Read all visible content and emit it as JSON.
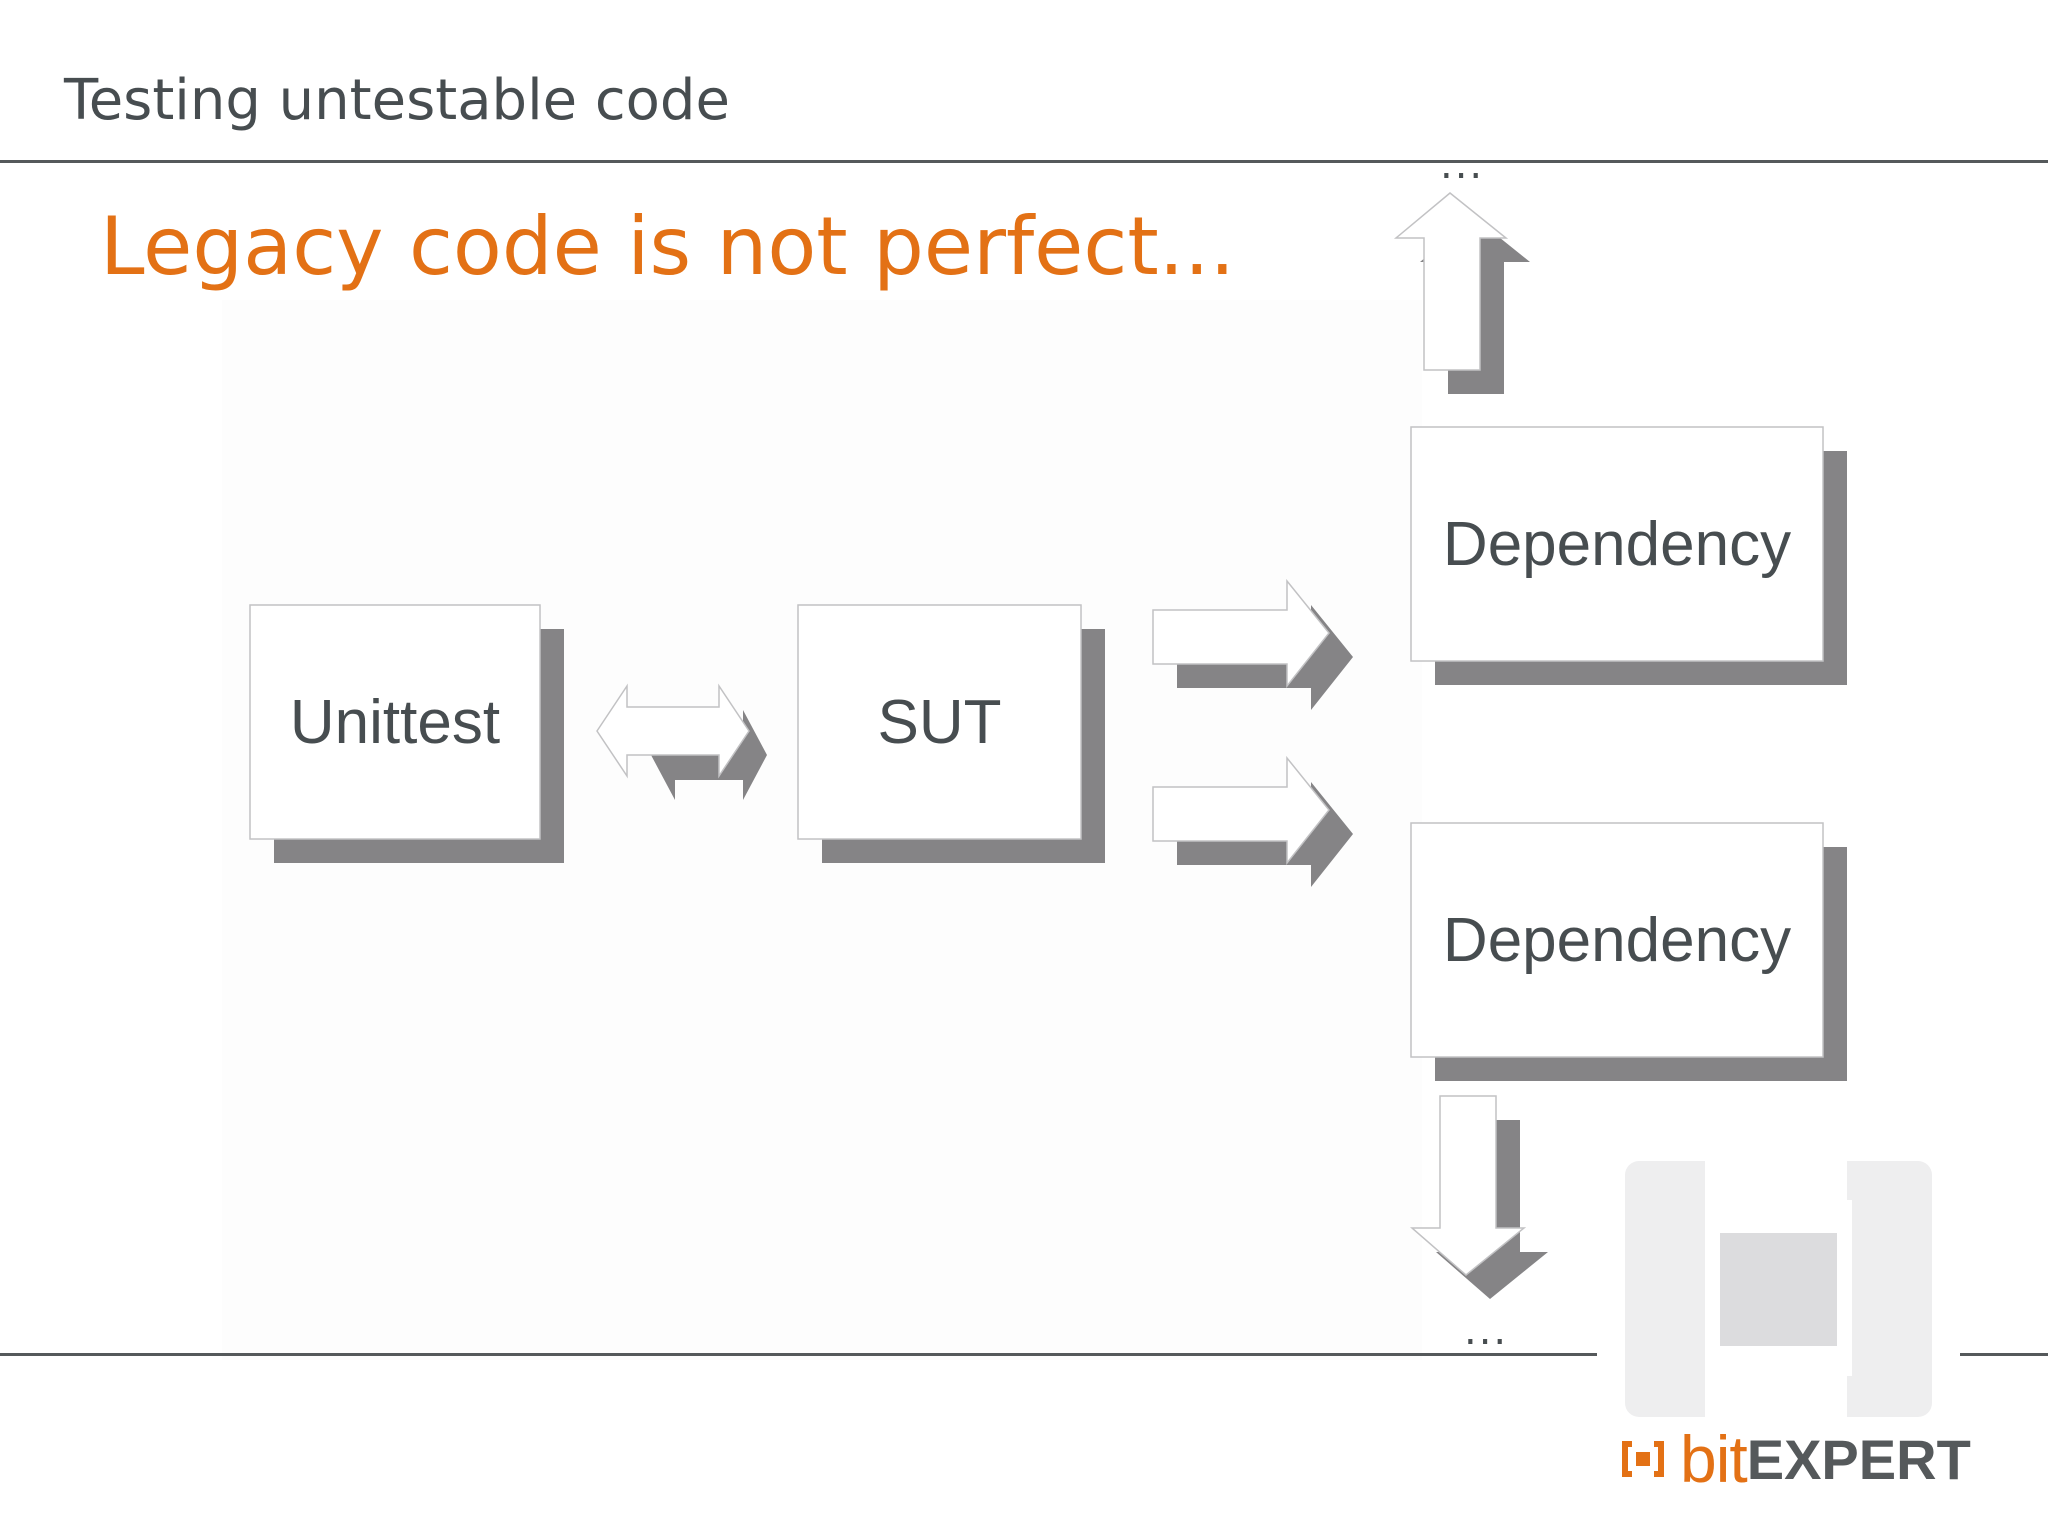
{
  "slide": {
    "header": "Testing untestable code",
    "headline": "Legacy code is not perfect..."
  },
  "diagram": {
    "boxes": {
      "unittest": "Unittest",
      "sut": "SUT",
      "dependency_top": "Dependency",
      "dependency_bottom": "Dependency"
    },
    "ellipsis_top": "...",
    "ellipsis_bottom": "..."
  },
  "logo": {
    "part1": "bit",
    "part2": "EXPERT"
  },
  "colors": {
    "accent": "#e37115",
    "text": "#474d50",
    "shadow": "#858486",
    "logo_gray": "#eeeeef"
  }
}
